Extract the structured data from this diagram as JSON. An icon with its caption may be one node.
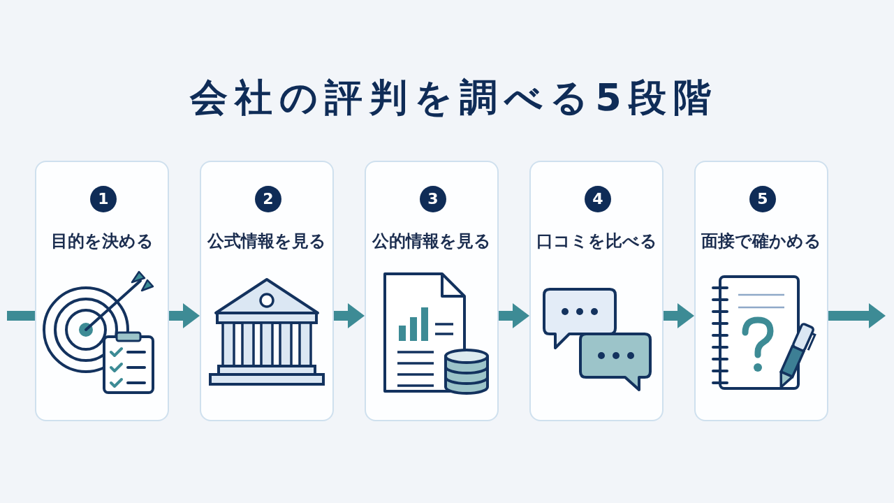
{
  "diagram": {
    "title": "会社の評判を調べる5段階",
    "nodes": [
      {
        "text": [
          "目的を決める"
        ]
      },
      {
        "text": [
          "1"
        ],
        "in": 0
      },
      {
        "text": [
          "公式情報を見る"
        ]
      },
      {
        "text": [
          "2"
        ],
        "in": 2
      },
      {
        "text": [
          "公的情報を見る"
        ]
      },
      {
        "text": [
          "3"
        ],
        "in": 4
      },
      {
        "text": [
          "口コミを比べる"
        ]
      },
      {
        "text": [
          "4"
        ],
        "in": 6
      },
      {
        "text": [
          "面接で確かめる"
        ]
      },
      {
        "text": [
          "5"
        ],
        "in": 8
      }
    ],
    "edges": [
      {
        "from": null,
        "to": 0,
        "arrow": "none"
      },
      {
        "from": 0,
        "to": 2,
        "arrow": "to"
      },
      {
        "from": 2,
        "to": 4,
        "arrow": "to"
      },
      {
        "from": 4,
        "to": 6,
        "arrow": "to"
      },
      {
        "from": 6,
        "to": 8,
        "arrow": "to"
      },
      {
        "from": 8,
        "to": null,
        "arrow": "to"
      }
    ]
  }
}
